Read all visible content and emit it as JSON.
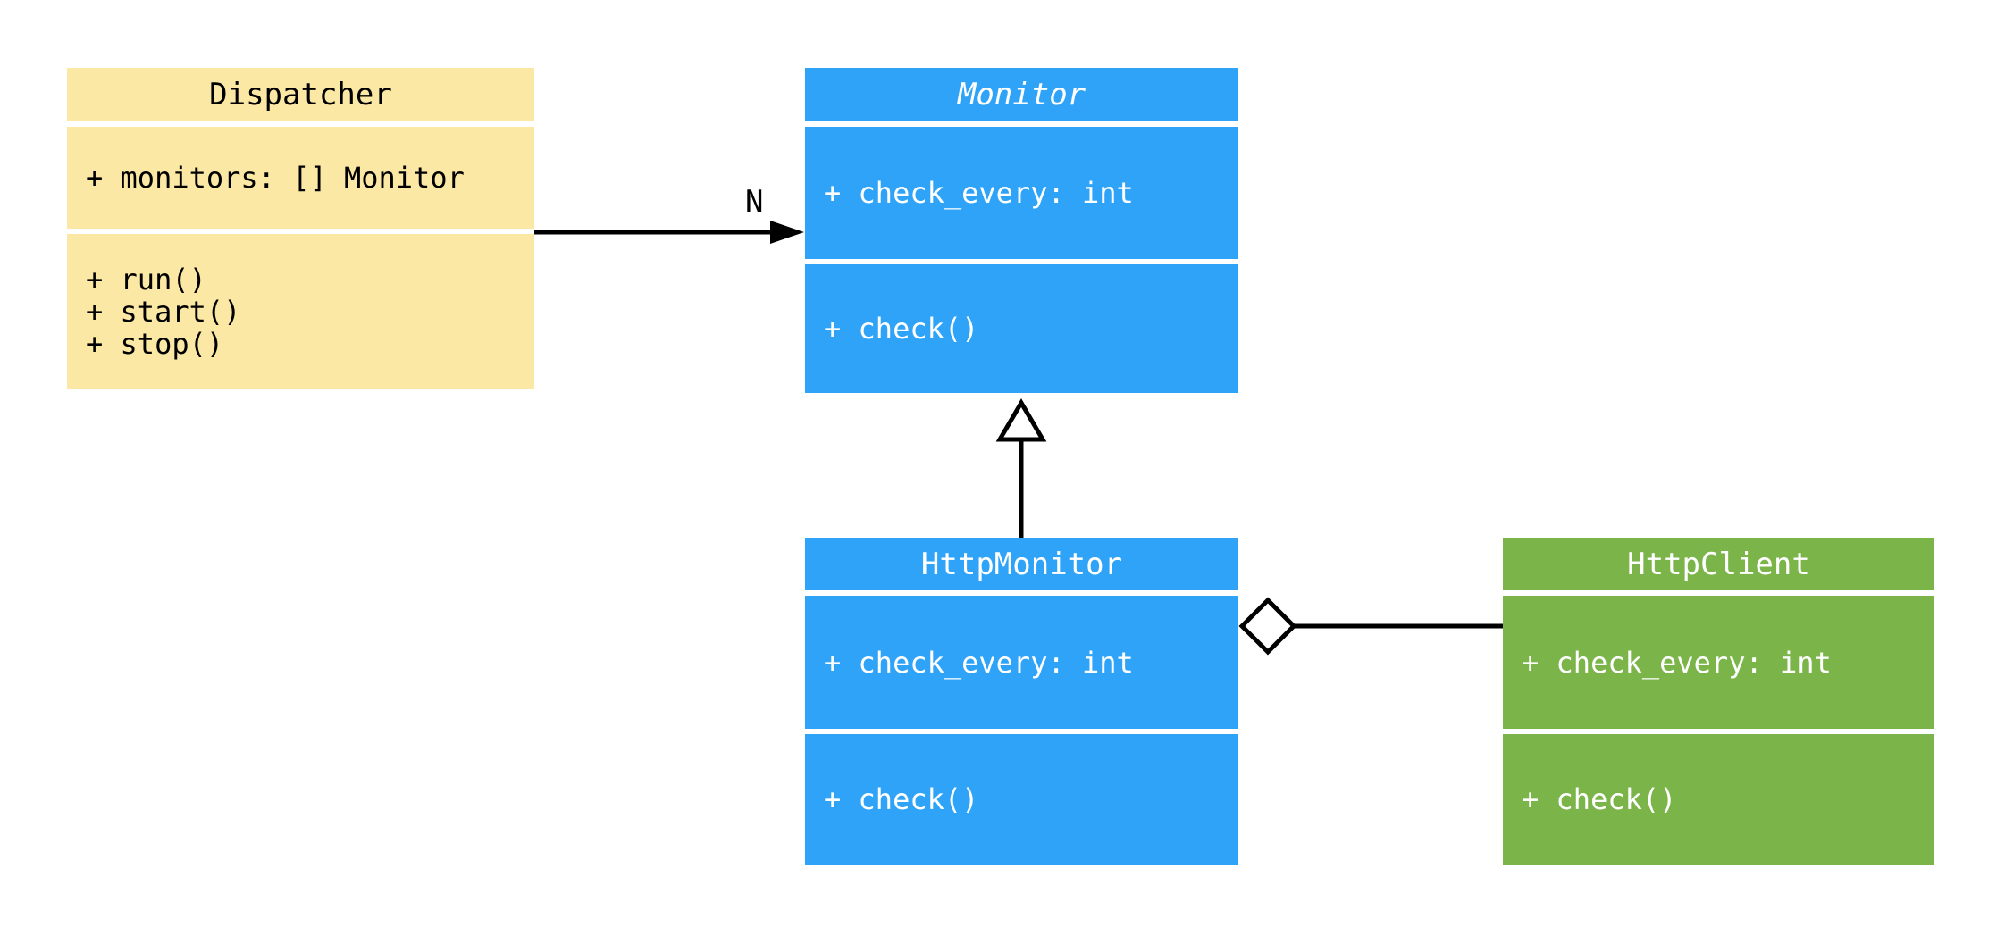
{
  "diagram": {
    "type": "uml-class-diagram",
    "classes": [
      {
        "name": "Dispatcher",
        "abstract": false,
        "attributes": [
          "+ monitors: [] Monitor"
        ],
        "methods": [
          "+ run()",
          "+ start()",
          "+ stop()"
        ],
        "fill": "#FCE8A5",
        "text_color": "#000000"
      },
      {
        "name": "Monitor",
        "abstract": true,
        "attributes": [
          "+ check_every: int"
        ],
        "methods": [
          "+ check()"
        ],
        "fill": "#2FA3F8",
        "text_color": "#FFFFFF"
      },
      {
        "name": "HttpMonitor",
        "abstract": false,
        "attributes": [
          "+ check_every: int"
        ],
        "methods": [
          "+ check()"
        ],
        "fill": "#2FA3F8",
        "text_color": "#FFFFFF"
      },
      {
        "name": "HttpClient",
        "abstract": false,
        "attributes": [
          "+ check_every: int"
        ],
        "methods": [
          "+ check()"
        ],
        "fill": "#7BB54A",
        "text_color": "#FFFFFF"
      }
    ],
    "relationships": [
      {
        "type": "directed-association",
        "from": "Dispatcher",
        "to": "Monitor",
        "multiplicity_label": "N",
        "arrowhead": "filled-triangle"
      },
      {
        "type": "generalization",
        "from": "HttpMonitor",
        "to": "Monitor",
        "arrowhead": "hollow-triangle"
      },
      {
        "type": "aggregation",
        "whole": "HttpMonitor",
        "part": "HttpClient",
        "marker": "hollow-diamond"
      }
    ],
    "colors": {
      "background": "#FFFFFF",
      "connector": "#000000",
      "compartment_gap": "#FFFFFF"
    }
  }
}
